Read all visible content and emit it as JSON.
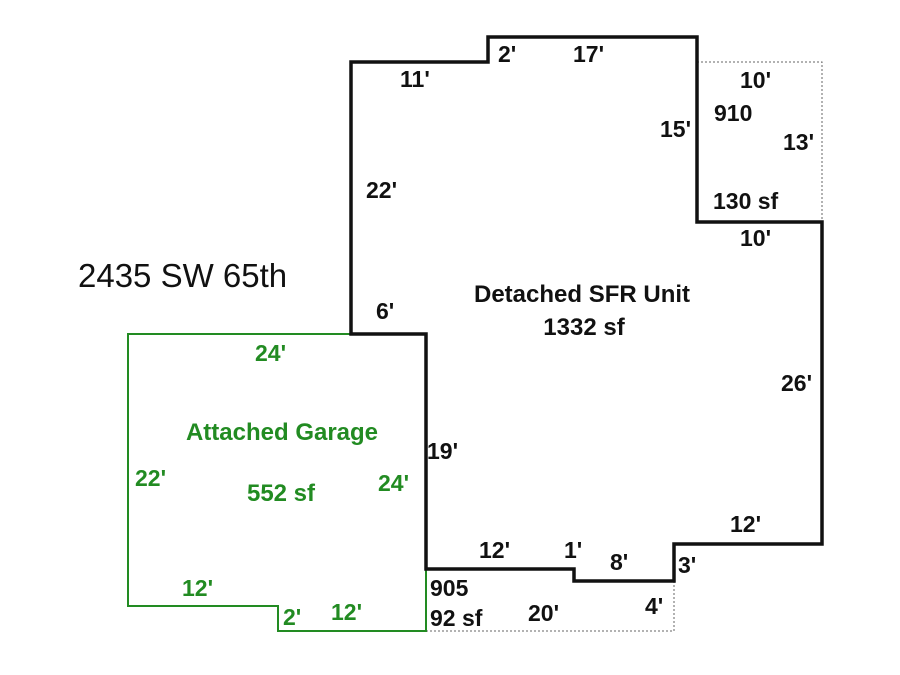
{
  "address": "2435 SW 65th",
  "colors": {
    "outline": "#111111",
    "garage": "#228b22",
    "dotted": "#666666"
  },
  "house": {
    "name": "Detached SFR Unit",
    "area": "1332 sf",
    "dims": {
      "top_left_width": "11'",
      "top_step": "2'",
      "top_right_width": "17'",
      "right_upper_height": "15'",
      "notch_top": "10'",
      "left_height": "22'",
      "left_step": "6'",
      "right_height": "26'",
      "right_lower_width": "12'",
      "lower_left_height": "19'",
      "bottom_left_width": "12'",
      "bottom_step": "1'",
      "bottom_mid_width": "8'",
      "bottom_right_step": "3'"
    }
  },
  "area_910": {
    "id": "910",
    "area": "130 sf",
    "dims": {
      "top": "10'",
      "side": "13'"
    }
  },
  "area_905": {
    "id": "905",
    "area": "92 sf",
    "dims": {
      "bottom": "20'",
      "side": "4'"
    }
  },
  "garage": {
    "name": "Attached Garage",
    "area": "552 sf",
    "dims": {
      "top": "24'",
      "left": "22'",
      "right": "24'",
      "bottom_left": "12'",
      "bottom_step": "2'",
      "bottom_right": "12'"
    }
  }
}
